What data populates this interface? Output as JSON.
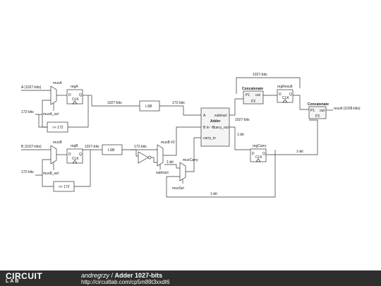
{
  "schematic": {
    "input_a": "A (1027-bits)",
    "input_b": "B (1027-bits)",
    "label_172_a": "172-bits",
    "label_172_b": "172-bits",
    "mux_a": "muxA",
    "mux_a_sel": "muxA_sel",
    "mux_b": "muxB",
    "mux_b_sel": "muxB_sel",
    "reg_a": "regA",
    "reg_b": "regB",
    "clk": "CLK",
    "pin_d": "D",
    "pin_q": "Q",
    "shift_a": ">> 172",
    "shift_b": ">> 172",
    "wire_1027_a": "1027-bits",
    "wire_1027_b": "1027-bits",
    "lsb_a": "LSB",
    "lsb_b": "LSB",
    "wire_172_lsb_a": "172-bits",
    "wire_172_lsb_b": "172-bits",
    "mux_b2": "muxB #2",
    "subtract": "subtract",
    "one_bit_mux": "1-bit",
    "mux_carry": "muxCarry",
    "mux_sel": "muxSel",
    "adder_title": "Adder",
    "adder_pin_a": "A",
    "adder_pin_b": "B in ~B",
    "adder_pin_sub": "subtract",
    "adder_pin_cout": "carry_out",
    "adder_pin_cin": "carry_in",
    "adder_out_label": "1027-bits",
    "adder_carry_label": "1-bit",
    "reg_carry": "regCarry",
    "reg_carry_clk": "CLK",
    "carry_bit_right": "1-bit",
    "carry_bit_bottom": "1-bit",
    "top_bits": "1027-bits",
    "concat1": "Concatenate",
    "concat_p1": "P1",
    "concat_p2": "P2",
    "concat_out": "out",
    "reg_result": "regResult",
    "reg_result_clk": "CLK",
    "concat2": "Concatenate",
    "result": "result (1028-bits)"
  },
  "footer": {
    "logo_top": "CIRCUIT",
    "logo_bottom_prefix": "",
    "logo_bottom": "LAB",
    "author": "andregrzy",
    "separator": " / ",
    "title": "Adder 1027-bits",
    "url": "http://circuitlab.com/cp5m89t3xxdt6"
  }
}
